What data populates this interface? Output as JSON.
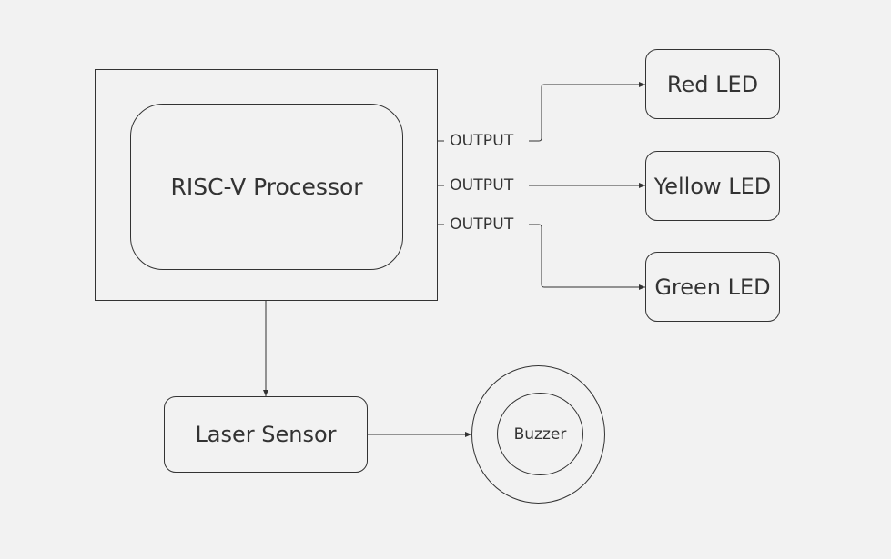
{
  "diagram": {
    "processor": {
      "label": "RISC-V Processor"
    },
    "ports": [
      {
        "label": "OUTPUT"
      },
      {
        "label": "OUTPUT"
      },
      {
        "label": "OUTPUT"
      }
    ],
    "leds": [
      {
        "label": "Red LED"
      },
      {
        "label": "Yellow LED"
      },
      {
        "label": "Green LED"
      }
    ],
    "sensor": {
      "label": "Laser Sensor"
    },
    "buzzer": {
      "label": "Buzzer"
    },
    "connections": [
      {
        "from": "processor",
        "to": "Red LED"
      },
      {
        "from": "processor",
        "to": "Yellow LED"
      },
      {
        "from": "processor",
        "to": "Green LED"
      },
      {
        "from": "processor",
        "to": "Laser Sensor"
      },
      {
        "from": "Laser Sensor",
        "to": "Buzzer"
      }
    ]
  }
}
